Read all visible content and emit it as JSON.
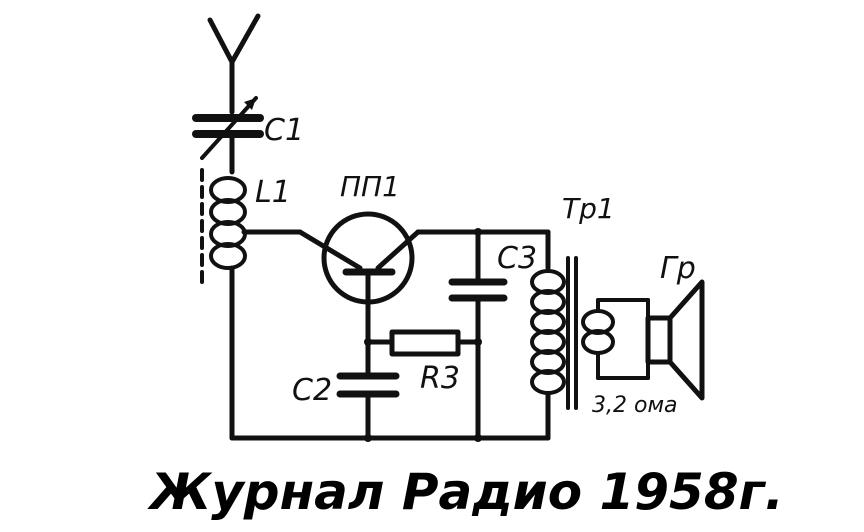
{
  "caption": "Журнал Радио 1958г.",
  "labels": {
    "c1": "C1",
    "l1": "L1",
    "transistor": "ПП1",
    "c3": "C3",
    "transformer": "Тр1",
    "speaker": "Гр",
    "c2": "C2",
    "r3": "R3",
    "impedance": "3,2 ома"
  }
}
